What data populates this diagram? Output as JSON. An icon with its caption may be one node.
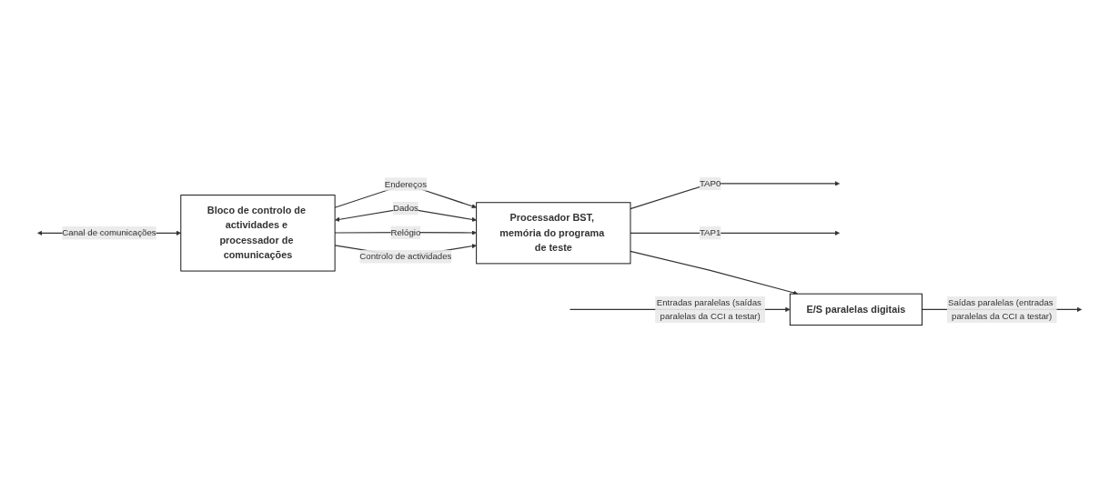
{
  "diagram": {
    "nodes": [
      {
        "text": [
          "Bloco de controlo de actividades e processador de comunicações"
        ]
      },
      {
        "text": [
          "Processador BST, memória do programa de teste"
        ]
      },
      {
        "text": [
          "E/S paralelas digitais"
        ]
      }
    ],
    "edges": [
      {
        "from": null,
        "to": 0,
        "arrow": "both",
        "label": "Canal de comunicações"
      },
      {
        "from": 0,
        "to": 1,
        "arrow": "to",
        "label": "Endereços"
      },
      {
        "from": 0,
        "to": 1,
        "arrow": "both",
        "label": "Dados"
      },
      {
        "from": 0,
        "to": 1,
        "arrow": "to",
        "label": "Relógio"
      },
      {
        "from": 0,
        "to": 1,
        "arrow": "to",
        "label": "Controlo de actividades"
      },
      {
        "from": 1,
        "to": null,
        "arrow": "to",
        "label": "TAP0"
      },
      {
        "from": 1,
        "to": null,
        "arrow": "to",
        "label": "TAP1"
      },
      {
        "from": 1,
        "to": 2,
        "arrow": "to"
      },
      {
        "from": null,
        "to": 2,
        "arrow": "to",
        "label": "Entradas paralelas (saídas paralelas da CCI a testar)"
      },
      {
        "from": 2,
        "to": null,
        "arrow": "to",
        "label": "Saídas paralelas (entradas paralelas da CCI a testar)"
      }
    ]
  }
}
